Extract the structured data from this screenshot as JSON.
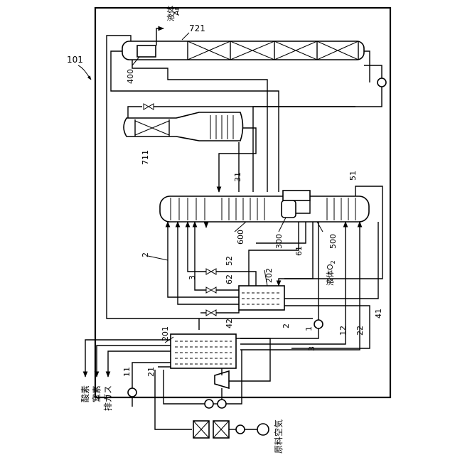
{
  "labels": {
    "system": "101",
    "ar_column": "721",
    "ar_cond": "400",
    "liquid_ar_l1": "液体",
    "liquid_ar_l2": "Ar",
    "aux_column": "711",
    "main_column": "600",
    "reboiler": "300",
    "sub_column": "500",
    "hx_sub": "202",
    "hx_main": "201",
    "liquid_o2_prefix": "液体O",
    "liquid_o2_sub": "2",
    "s2": "2",
    "s2b": "2",
    "s3": "3",
    "s3b": "3",
    "s1": "1",
    "s11": "11",
    "s12": "12",
    "s21": "21",
    "s22": "22",
    "s31": "31",
    "s41": "41",
    "s42": "42",
    "s51": "51",
    "s52": "52",
    "s61": "61",
    "s62": "62",
    "oxygen": "酸素",
    "nitrogen": "窒素",
    "exhaust": "排ガス",
    "feed_air": "原料空気"
  }
}
